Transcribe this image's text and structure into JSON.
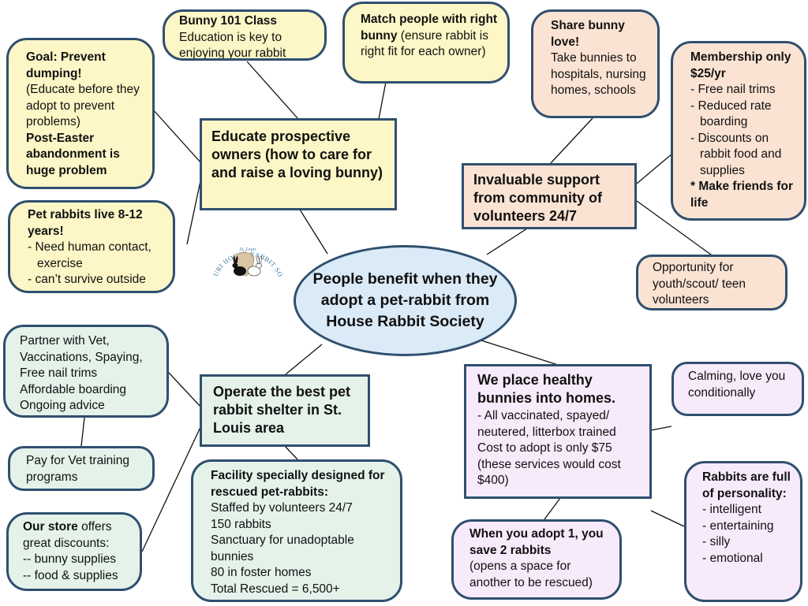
{
  "center": {
    "text": "People benefit when they adopt a pet-rabbit from House Rabbit Society"
  },
  "logo": {
    "text": "MISSOURI HOUSE RABBIT SOCIETY",
    "subtext": "St. Louis"
  },
  "hubs": {
    "educate": "Educate prospective owners (how to care for and raise a loving bunny)",
    "support": "Invaluable support from community of volunteers 24/7",
    "shelter": "Operate the best pet rabbit shelter in St. Louis area",
    "place_title": "We place healthy bunnies into homes.",
    "place_line1": "- All vaccinated, spayed/ neutered, litterbox trained",
    "place_line2": "Cost to adopt is only $75",
    "place_line3": "(these services would cost $400)"
  },
  "bunny101": {
    "title": "Bunny 101 Class",
    "text": "Education is key to enjoying your rabbit"
  },
  "match": {
    "bold": "Match people with right bunny",
    "text": " (ensure rabbit is right fit for each owner)"
  },
  "goal": {
    "title": "Goal: Prevent dumping!",
    "text": "(Educate before they adopt to prevent problems)",
    "footer": "Post-Easter abandonment is huge problem"
  },
  "lifespan": {
    "title": "Pet rabbits live 8-12 years!",
    "items": [
      "- Need human contact, exercise",
      "- can’t survive outside"
    ]
  },
  "share": {
    "title": "Share bunny love!",
    "text": "Take bunnies to hospitals, nursing homes, schools"
  },
  "membership": {
    "title": "Membership only $25/yr",
    "items": [
      "- Free nail trims",
      "- Reduced rate boarding",
      "- Discounts on rabbit food and supplies"
    ],
    "footer": "* Make friends for life"
  },
  "youth": {
    "text": "Opportunity for youth/scout/ teen volunteers"
  },
  "vet": {
    "lines": [
      "Partner with Vet,",
      "Vaccinations, Spaying,",
      "Free nail trims",
      "Affordable boarding",
      "Ongoing advice"
    ]
  },
  "vet_training": {
    "text": "Pay for Vet training programs"
  },
  "store": {
    "bold": "Our store",
    "text": " offers great discounts:",
    "items": [
      "-- bunny supplies",
      "-- food & supplies"
    ]
  },
  "facility": {
    "title": "Facility specially designed for rescued pet-rabbits:",
    "lines": [
      "Staffed by volunteers 24/7",
      "150 rabbits",
      "Sanctuary for unadoptable bunnies",
      "80 in foster homes",
      "Total Rescued = 6,500+"
    ]
  },
  "calming": {
    "text": "Calming, love you conditionally"
  },
  "personality": {
    "title": "Rabbits are full of personality:",
    "items": [
      "- intelligent",
      "- entertaining",
      "- silly",
      "- emotional"
    ]
  },
  "adopt1": {
    "title": "When you adopt 1, you save 2 rabbits",
    "text": "(opens a space for another to be rescued)"
  }
}
